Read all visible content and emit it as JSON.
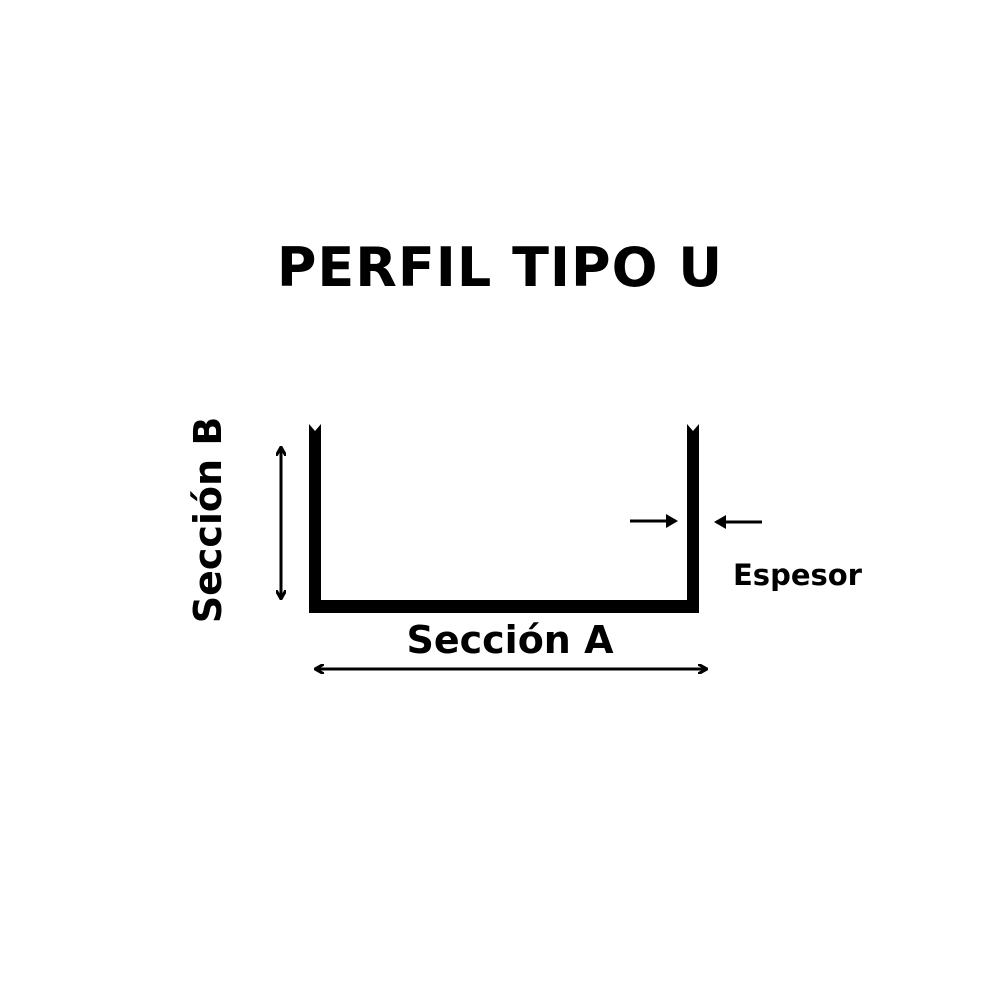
{
  "diagram": {
    "title": "PERFIL TIPO U",
    "labels": {
      "section_a": "Sección A",
      "section_b": "Sección B",
      "thickness": "Espesor"
    },
    "colors": {
      "stroke": "#000000",
      "background": "#ffffff"
    },
    "shape": "U-channel profile cross-section"
  }
}
